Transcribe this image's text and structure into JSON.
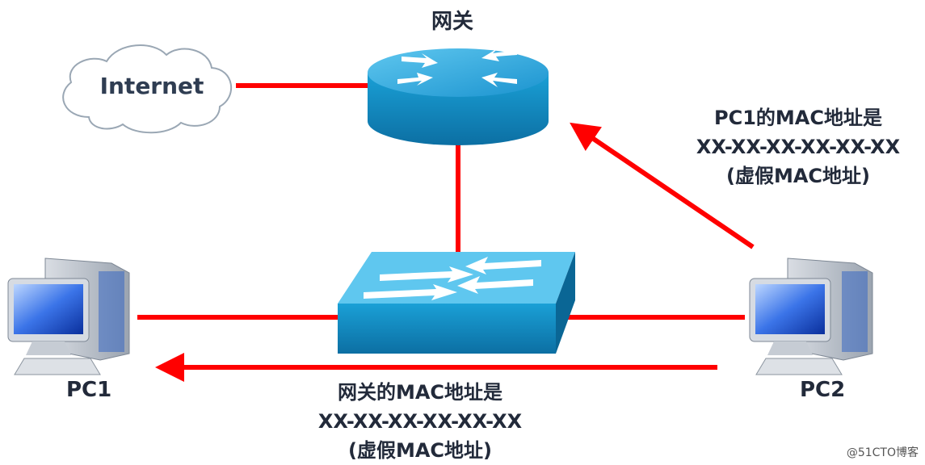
{
  "nodes": {
    "gateway": {
      "label": "网关"
    },
    "internet": {
      "label": "Internet"
    },
    "pc1": {
      "label": "PC1"
    },
    "pc2": {
      "label": "PC2"
    }
  },
  "notes": {
    "to_gateway": {
      "line1": "PC1的MAC地址是",
      "line2": "XX-XX-XX-XX-XX-XX",
      "line3": "(虚假MAC地址)"
    },
    "to_pc1": {
      "line1": "网关的MAC地址是",
      "line2": "XX-XX-XX-XX-XX-XX",
      "line3": "(虚假MAC地址)"
    }
  },
  "watermark": "@51CTO博客",
  "colors": {
    "link": "#ff0000",
    "device_blue": "#1f8fc8",
    "label": "#222a3a"
  }
}
